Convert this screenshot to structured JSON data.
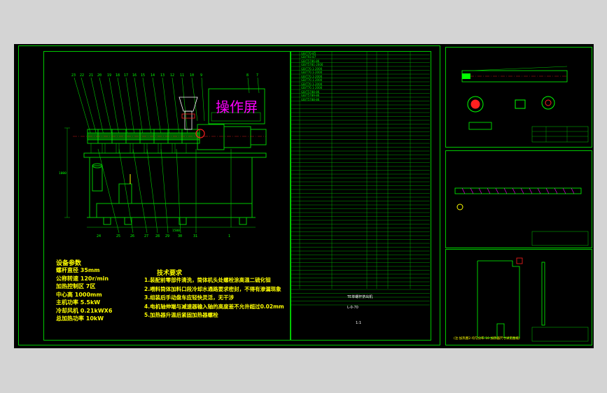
{
  "drawing_title": "操作屏",
  "params": {
    "heading": "设备参数",
    "lines": [
      "螺杆直径    35mm",
      "公称转速    120r/min",
      "加热控制区    7区",
      "中心高    1000mm",
      "主机功率    5.5kW",
      "冷却风机    0.21kWX6",
      "总加热功率    10kW"
    ]
  },
  "tech_req": {
    "heading": "技术要求",
    "lines": [
      "1.装配前零部件清洗，筒体机头处螺栓涂高温二硫化钼",
      "2.喂料筒体加料口段冷却水通路要求密封，不得有渗漏现象",
      "3.组装后手动盘车应轻快灵活，无干涉",
      "4.电机轴伸端与减速器输入轴的高度差不允许超过0.02mm",
      "5.加热器升温后紧固加热器螺栓"
    ]
  },
  "title_block": {
    "name": "TE单螺杆挤出机",
    "code": "L-0-70",
    "scale": "1:1"
  },
  "bom_rows": [
    "GB/T70-85",
    "GB/T93-87",
    "GB/T5786-86",
    "GB/T5781-2000",
    "GB/T70.1-2000",
    "GB/T70.1-2000",
    "GB/T70.1-2000",
    "GB/T70.1-2000",
    "GB/T70.1-2000",
    "GB/T70.1-2000",
    "GB/T5788-86",
    "GB/T5789-86",
    "GB/T5788-86"
  ],
  "bottom_right_note": "(注:加热圈2-均匀分布 10 加热器尺寸详见图纸)",
  "colors": {
    "background": "#000000",
    "frame": "#00c800",
    "text_yellow": "#ffff00",
    "text_green": "#00ff00",
    "accent_red": "#ff2020",
    "accent_magenta": "#ff00ff",
    "accent_cyan": "#00ffff"
  }
}
